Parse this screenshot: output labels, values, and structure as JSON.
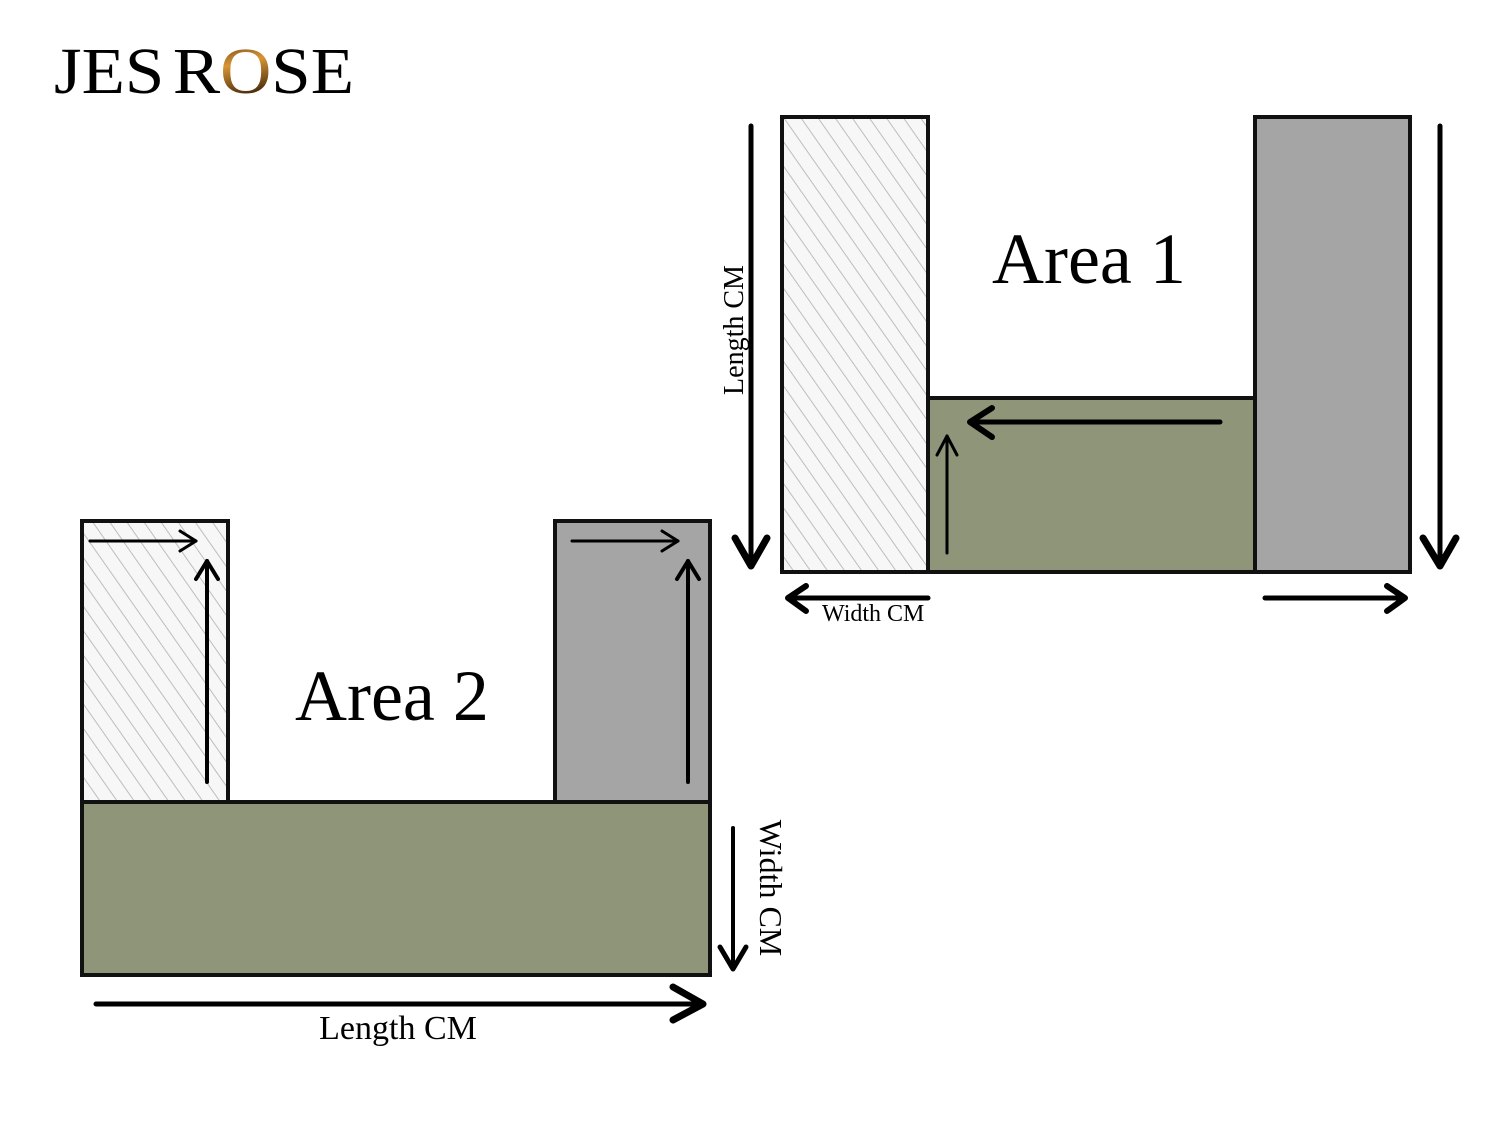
{
  "logo": {
    "text": "JESROSE",
    "part1": "JES",
    "part2": "R",
    "part3": "O",
    "part4": "SE"
  },
  "area1": {
    "title": "Area 1",
    "length_label": "Length CM",
    "width_label": "Width CM"
  },
  "area2": {
    "title": "Area 2",
    "length_label": "Length CM",
    "width_label": "Width CM"
  },
  "colors": {
    "green": "#8f9578",
    "gray": "#a5a5a5",
    "hatch": "#c8c8c8",
    "leopard": "#c98a2e"
  }
}
